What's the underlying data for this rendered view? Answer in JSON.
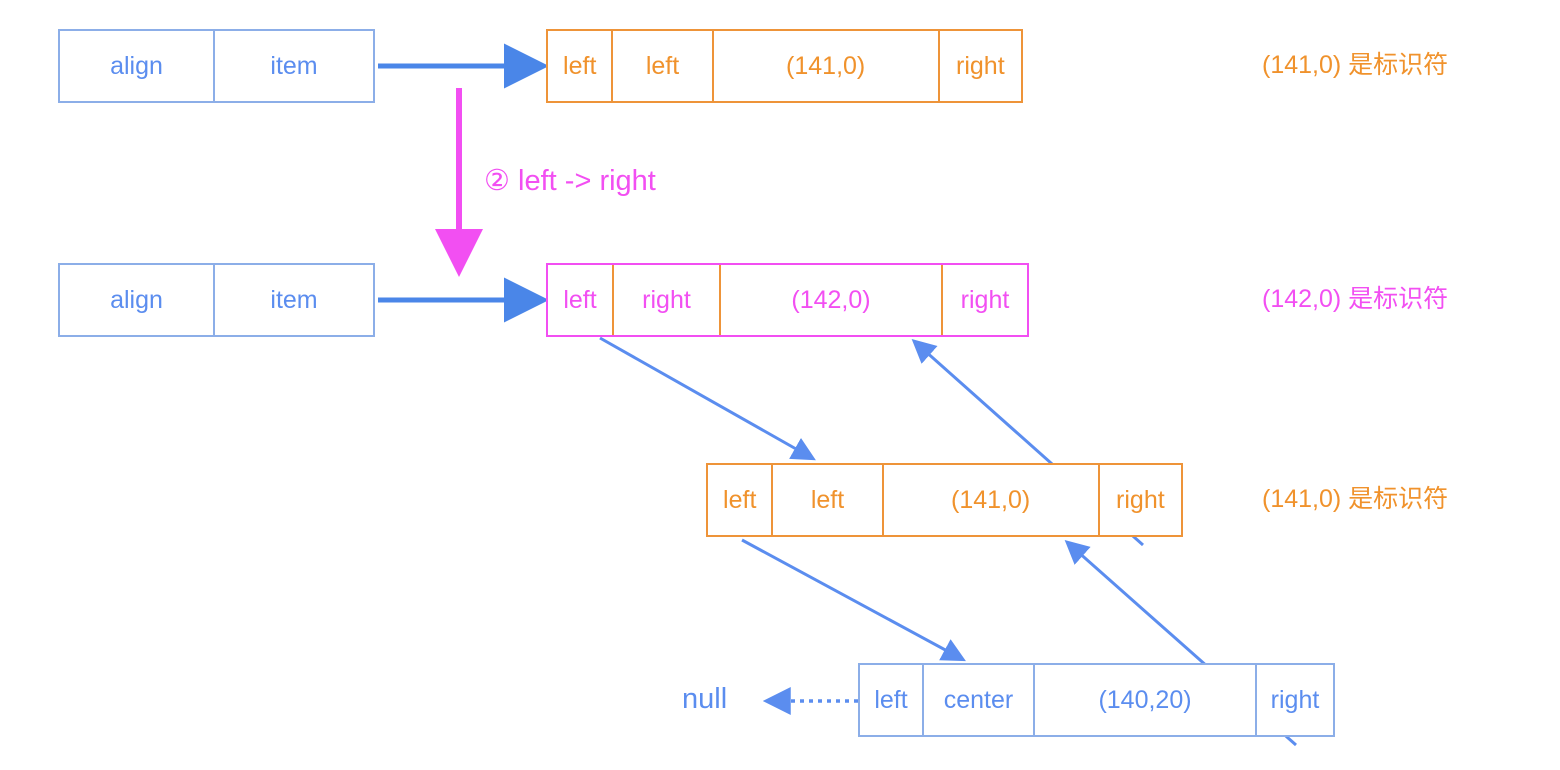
{
  "theme": {
    "blue_border": "#8CAEE8",
    "blue_text": "#5B8DEF",
    "blue_arrow": "#4A86E8",
    "orange": "#EE9439",
    "orange_text": "#F0922C",
    "magenta": "#F24FF2",
    "background": "#ffffff"
  },
  "nodes": {
    "align_item_top": {
      "cells": [
        "align",
        "item"
      ]
    },
    "align_item_bottom": {
      "cells": [
        "align",
        "item"
      ]
    },
    "identifier_141_top": {
      "cells": [
        "left",
        "left",
        "(141,0)",
        "right"
      ]
    },
    "identifier_142": {
      "cells": [
        "left",
        "right",
        "(142,0)",
        "right"
      ]
    },
    "identifier_141_mid": {
      "cells": [
        "left",
        "left",
        "(141,0)",
        "right"
      ]
    },
    "literal_140_20": {
      "cells": [
        "left",
        "center",
        "(140,20)",
        "right"
      ]
    }
  },
  "captions": {
    "row1": "(141,0) 是标识符",
    "row2": "(142,0) 是标识符",
    "row3": "(141,0) 是标识符"
  },
  "annotations": {
    "step2": "② left -> right",
    "null_label": "null"
  }
}
